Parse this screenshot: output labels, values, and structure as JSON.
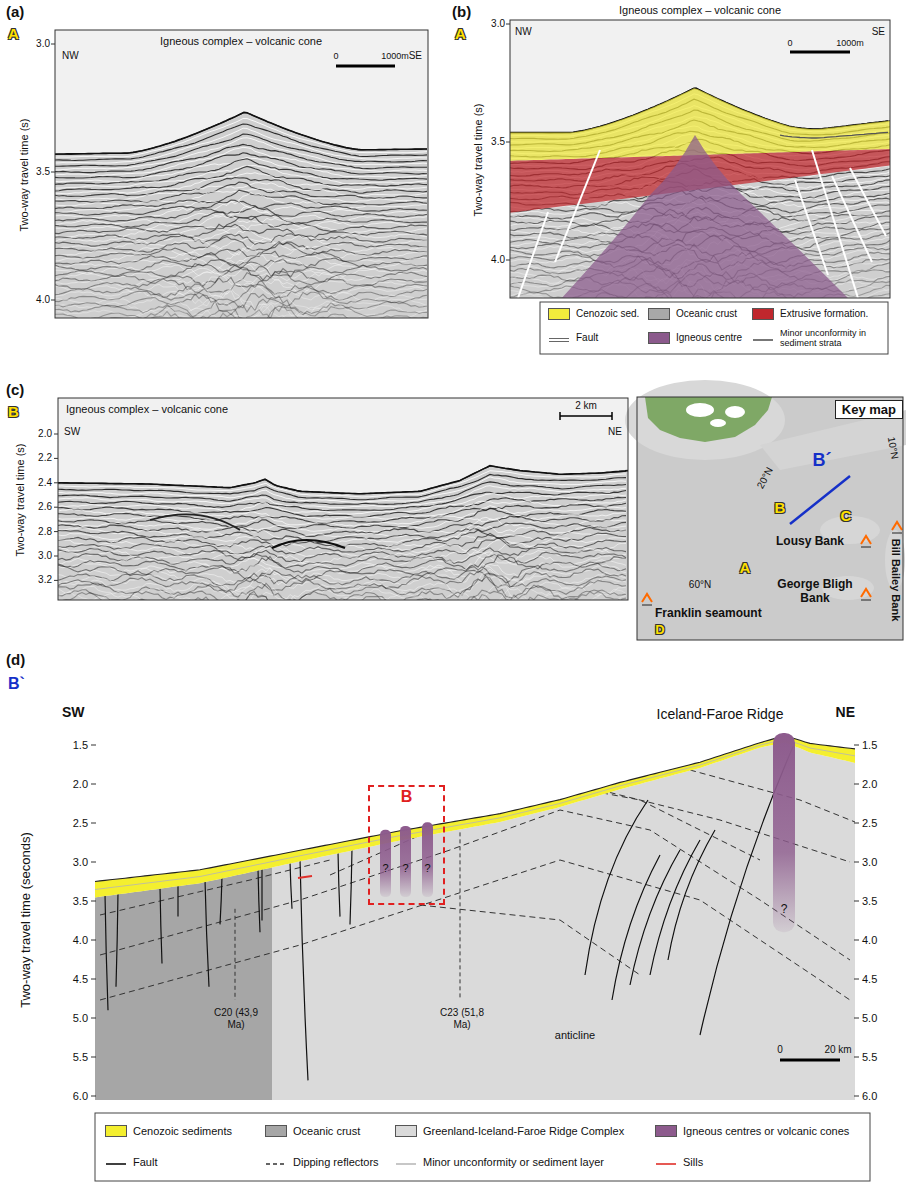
{
  "diagram": {
    "nodes": [
      {
        "text": [
          "Key map"
        ]
      },
      {
        "text": [
          "B"
        ]
      }
    ],
    "labels": [
      "(a)",
      "A",
      "Igneous complex – volcanic cone",
      "NW",
      "SE",
      "0",
      "1000m",
      "Two-way travel time (s)",
      "3.0",
      "3.5",
      "4.0",
      "(b)",
      "A",
      "Igneous complex – volcanic cone",
      "3.0",
      "NW",
      "SE",
      "0",
      "1000m",
      "Two-way travel time (s)",
      "3.5",
      "4.0",
      "(c)",
      "B",
      "Igneous complex – volcanic cone",
      "2 km",
      "SW",
      "NE",
      "Two-way travel time (s)",
      "2.0",
      "2.2",
      "2.4",
      "2.6",
      "2.8",
      "3.0",
      "3.2",
      "B´",
      "B",
      "C",
      "10°N",
      "20°N",
      "Lousy Bank",
      "A",
      "60°N",
      "George Bligh Bank",
      "Bill Bailey Bank",
      "Franklin seamount",
      "D",
      "(d)",
      "B`",
      "SW",
      "Iceland-Faroe Ridge",
      "NE",
      "Two-way travel time (seconds)",
      "1.5",
      "2.0",
      "2.5",
      "3.0",
      "3.5",
      "4.0",
      "4.5",
      "5.0",
      "5.5",
      "6.0",
      "1.5",
      "2.0",
      "2.5",
      "3.0",
      "3.5",
      "4.0",
      "4.5",
      "5.0",
      "5.5",
      "6.0",
      "?",
      "?",
      "?",
      "?",
      "C20 (43,9 Ma)",
      "C23 (51,8 Ma)",
      "anticline",
      "0",
      "20 km"
    ],
    "legend": [
      {
        "text": "Cenozoic sed.",
        "color": "#f2ec3c"
      },
      {
        "text": "Oceanic crust",
        "color": "#a8a8a8"
      },
      {
        "text": "Extrusive formation.",
        "color": "#c0272d"
      },
      {
        "text": "Fault"
      },
      {
        "text": "Igneous centre",
        "color": "#8b5a8c"
      },
      {
        "text": "Minor unconformity in sediment strata"
      },
      {
        "text": "Cenozoic sediments",
        "color": "#f4ef2f"
      },
      {
        "text": "Oceanic crust",
        "color": "#a6a6a6"
      },
      {
        "text": "Greenland-Iceland-Faroe Ridge Complex",
        "color": "#dadada"
      },
      {
        "text": "Igneous centres or volcanic cones",
        "color": "#8d5b8d"
      },
      {
        "text": "Fault"
      },
      {
        "text": "Dipping reflectors"
      },
      {
        "text": "Minor unconformity or sediment layer"
      },
      {
        "text": "Sills"
      }
    ]
  }
}
